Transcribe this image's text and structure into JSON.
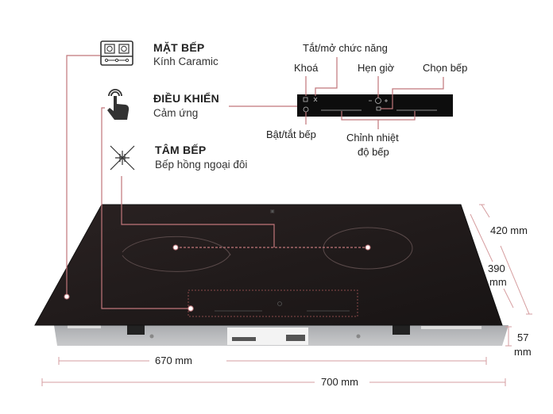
{
  "features": [
    {
      "title": "MẶT BẾP",
      "subtitle": "Kính Caramic",
      "icon": "cooktop-icon"
    },
    {
      "title": "ĐIỀU KHIỂN",
      "subtitle": "Cảm ứng",
      "icon": "touch-hand-icon"
    },
    {
      "title": "TÂM BẾP",
      "subtitle": "Bếp hồng ngoại đôi",
      "icon": "heat-star-icon"
    }
  ],
  "control_panel": {
    "labels": {
      "toggle_function": "Tắt/mở chức năng",
      "lock": "Khoá",
      "timer": "Hẹn giờ",
      "select_zone": "Chọn bếp",
      "power": "Bật/tắt bếp",
      "temperature_line1": "Chỉnh nhiệt",
      "temperature_line2": "độ bếp"
    }
  },
  "dimensions": {
    "depth_outer": "420 mm",
    "depth_inner_value": "390",
    "depth_inner_unit": "mm",
    "height_value": "57",
    "height_unit": "mm",
    "width_inner": "670 mm",
    "width_outer": "700 mm"
  },
  "colors": {
    "accent_line": "#c0767a",
    "glass": "#1f1a1a",
    "body_metal": "#b8b9bc"
  }
}
